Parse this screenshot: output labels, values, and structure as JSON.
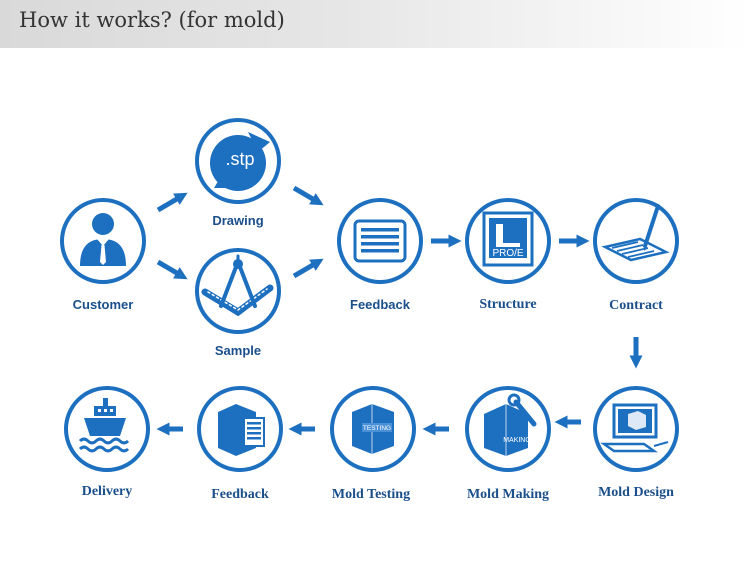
{
  "header": {
    "title": "How it works? (for mold)"
  },
  "colors": {
    "blue": "#1d6fbf",
    "label": "#1a4f8b",
    "header_bg": "#e0e0e0"
  },
  "steps": {
    "customer": {
      "label": "Customer",
      "icon": "customer-person-icon"
    },
    "drawing": {
      "label": "Drawing",
      "icon": "stp-file-icon",
      "icon_text": ".stp"
    },
    "sample": {
      "label": "Sample",
      "icon": "compass-square-icon"
    },
    "feedback_top": {
      "label": "Feedback",
      "icon": "document-lines-icon"
    },
    "structure": {
      "label": "Structure",
      "icon": "proe-software-icon",
      "icon_text": "PRO/E"
    },
    "contract": {
      "label": "Contract",
      "icon": "pen-signature-icon"
    },
    "mold_design": {
      "label": "Mold Design",
      "icon": "monitor-design-icon"
    },
    "mold_making": {
      "label": "Mold Making",
      "icon": "mold-making-icon",
      "icon_text": "MAKING"
    },
    "mold_testing": {
      "label": "Mold Testing",
      "icon": "mold-testing-icon",
      "icon_text": "TESTING"
    },
    "feedback_bottom": {
      "label": "Feedback",
      "icon": "mold-report-icon"
    },
    "delivery": {
      "label": "Delivery",
      "icon": "cargo-ship-icon"
    }
  }
}
